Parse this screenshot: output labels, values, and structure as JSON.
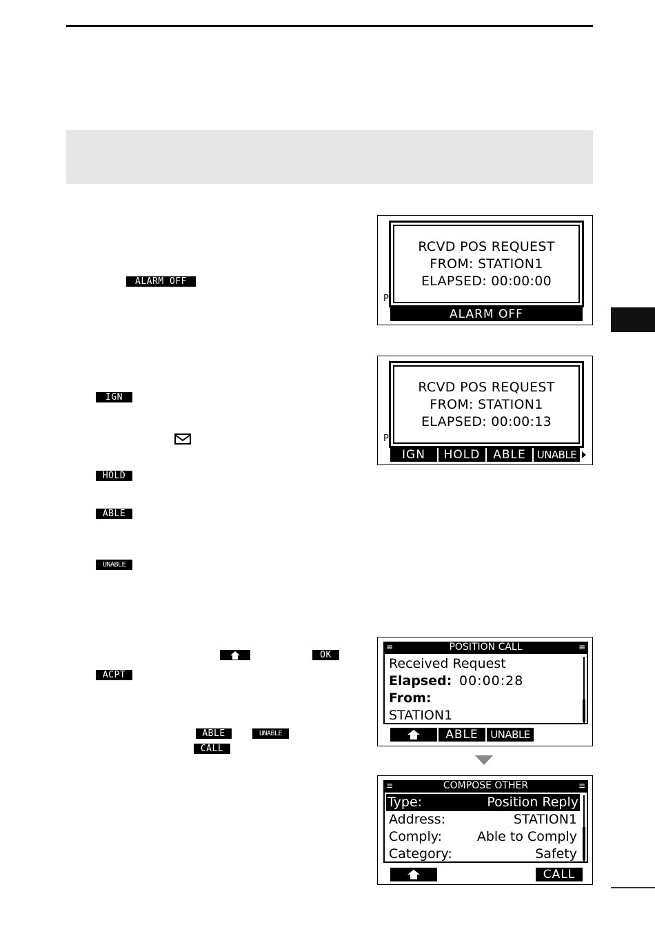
{
  "inline_keys": {
    "alarm_off": "ALARM OFF",
    "ign": "IGN",
    "hold": "HOLD",
    "able": "ABLE",
    "unable": "UNABLE",
    "ok": "OK",
    "acpt": "ACPT",
    "able2": "ABLE",
    "unable2": "UNABLE",
    "call": "CALL"
  },
  "screen1": {
    "line1": "RCVD POS REQUEST",
    "line2": "FROM: STATION1",
    "line3": "ELAPSED: 00:00:00",
    "p_mark": "P",
    "softkey": "ALARM OFF"
  },
  "screen2": {
    "line1": "RCVD POS REQUEST",
    "line2": "FROM: STATION1",
    "line3": "ELAPSED: 00:00:13",
    "p_mark": "P",
    "softkeys": [
      "IGN",
      "HOLD",
      "ABLE",
      "UNABLE"
    ]
  },
  "screen3": {
    "title": "POSITION CALL",
    "rows": [
      "Received Request",
      "Elapsed:",
      "00:00:28",
      "From:",
      "STATION1"
    ],
    "softkeys": [
      "ABLE",
      "UNABLE"
    ]
  },
  "screen4": {
    "title": "COMPOSE OTHER",
    "rows": [
      {
        "key": "Type:",
        "value": "Position Reply"
      },
      {
        "key": "Address:",
        "value": "STATION1"
      },
      {
        "key": "Comply:",
        "value": "Able to Comply"
      },
      {
        "key": "Category:",
        "value": "Safety"
      }
    ],
    "softkey_right": "CALL"
  },
  "icons": {
    "menu": "menu-icon",
    "home": "home-icon",
    "envelope": "envelope-icon",
    "arrow": "right-arrow-icon"
  }
}
